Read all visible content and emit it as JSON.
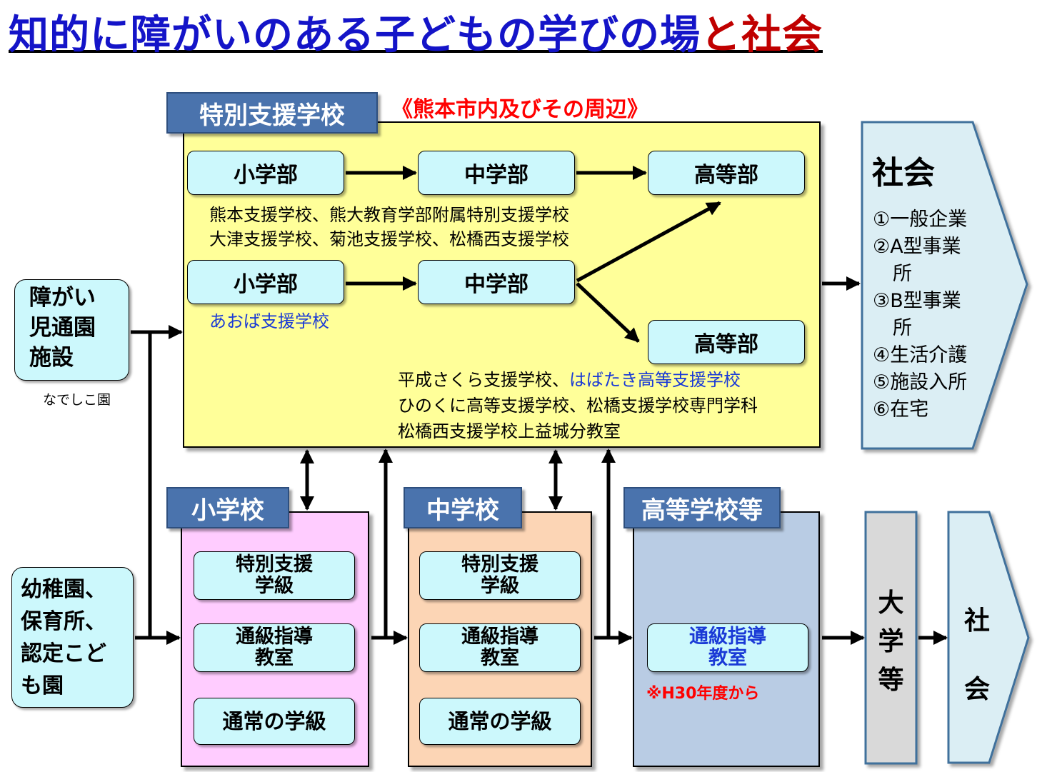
{
  "title": {
    "main": "知的に障がいのある子どもの学びの場",
    "accent": "と社会"
  },
  "special_school": {
    "header": "特別支援学校",
    "region": "《熊本市内及びその周辺》",
    "row1": {
      "dept1": "小学部",
      "dept2": "中学部",
      "dept3": "高等部"
    },
    "row1_schools": [
      "熊本支援学校、熊大教育学部附属特別支援学校",
      "大津支援学校、菊池支援学校、松橋西支援学校"
    ],
    "row2": {
      "dept1": "小学部",
      "dept2": "中学部",
      "dept3": "高等部"
    },
    "row2_school": "あおば支援学校",
    "hs_schools": {
      "line1_a": "平成さくら支援学校、",
      "line1_b": "はばたき高等支援学校",
      "line2": "ひのくに高等支援学校、松橋支援学校専門学科",
      "line3": "松橋西支援学校上益城分教室"
    }
  },
  "left_boxes": {
    "facility": [
      "障がい",
      "児通園",
      "施設"
    ],
    "facility_note": "なでしこ園",
    "kinder": [
      "幼稚園、",
      "保育所、",
      "認定こど",
      "も園"
    ]
  },
  "elementary": {
    "header": "小学校",
    "c1": "特別支援\n学級",
    "c2": "通級指導\n教室",
    "c3": "通常の学級"
  },
  "junior": {
    "header": "中学校",
    "c1": "特別支援\n学級",
    "c2": "通級指導\n教室",
    "c3": "通常の学級"
  },
  "high": {
    "header": "高等学校等",
    "c1": "通級指導\n教室",
    "note": "※H30年度から"
  },
  "society_big": {
    "title": "社会",
    "items": [
      "①一般企業",
      "②A型事業",
      "所",
      "③B型事業",
      "所",
      "④生活介護",
      "⑤施設入所",
      "⑥在宅"
    ]
  },
  "university": {
    "label": [
      "大",
      "学",
      "等"
    ]
  },
  "society_small": {
    "label": [
      "社",
      "会"
    ]
  },
  "colors": {
    "title_blue": "#1414c8",
    "title_red": "#c00000",
    "header_blue": "#4a73ad",
    "special_panel": "#ffff99",
    "elem_panel": "#ffccff",
    "junior_panel": "#fcd5b5",
    "high_panel": "#b9cce4",
    "dept_fill": "#ccf8fc",
    "society_fill": "#dbeef4",
    "univ_fill": "#d9d9d9"
  }
}
